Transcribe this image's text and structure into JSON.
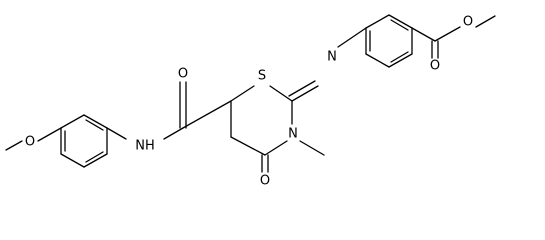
{
  "molecule": {
    "atom_labels": {
      "methoxy_o_left": "O",
      "amide_n": "NH",
      "amide_o": "O",
      "ring_s": "S",
      "ring_n": "N",
      "ketone_o": "O",
      "imine_n": "N",
      "ester_o_ether": "O",
      "ester_o_carbonyl": "O"
    },
    "colors": {
      "bond": "#000000",
      "label": "#000000",
      "background": "#ffffff"
    }
  }
}
